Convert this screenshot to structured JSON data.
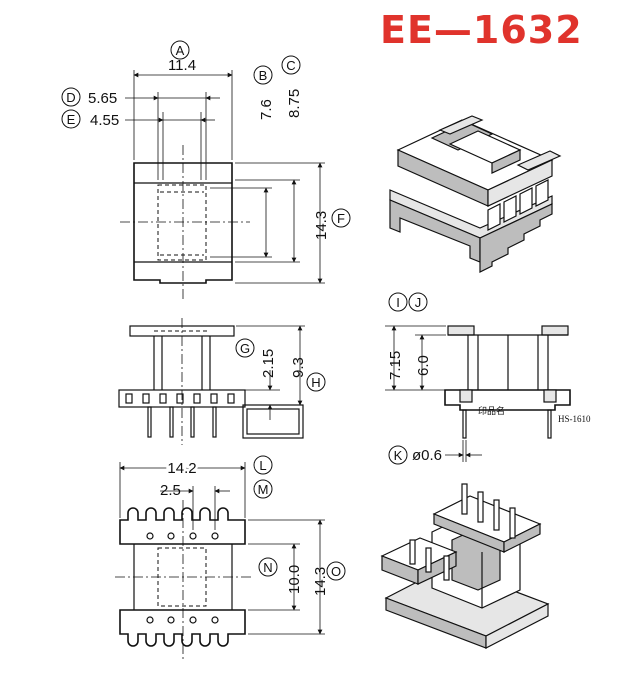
{
  "title": "EE—1632",
  "dimensions": {
    "a": {
      "letter": "A",
      "value": "11.4"
    },
    "b": {
      "letter": "B",
      "value": "7.6"
    },
    "c": {
      "letter": "C",
      "value": "8.75"
    },
    "d": {
      "letter": "D",
      "value": "5.65"
    },
    "e": {
      "letter": "E",
      "value": "4.55"
    },
    "f": {
      "letter": "F",
      "value": "14.3"
    },
    "g": {
      "letter": "G",
      "value": "2.15"
    },
    "h": {
      "letter": "H",
      "value": "9.3"
    },
    "i": {
      "letter": "I",
      "value": "7.15"
    },
    "j": {
      "letter": "J",
      "value": "6.0"
    },
    "k": {
      "letter": "K",
      "value": "ø0.6"
    },
    "l": {
      "letter": "L",
      "value": "14.2"
    },
    "m": {
      "letter": "M",
      "value": "2.5"
    },
    "n": {
      "letter": "N",
      "value": "10.0"
    },
    "o": {
      "letter": "O",
      "value": "14.3"
    }
  },
  "markings": {
    "pin_mark": "印品名",
    "model": "HS-1610"
  }
}
